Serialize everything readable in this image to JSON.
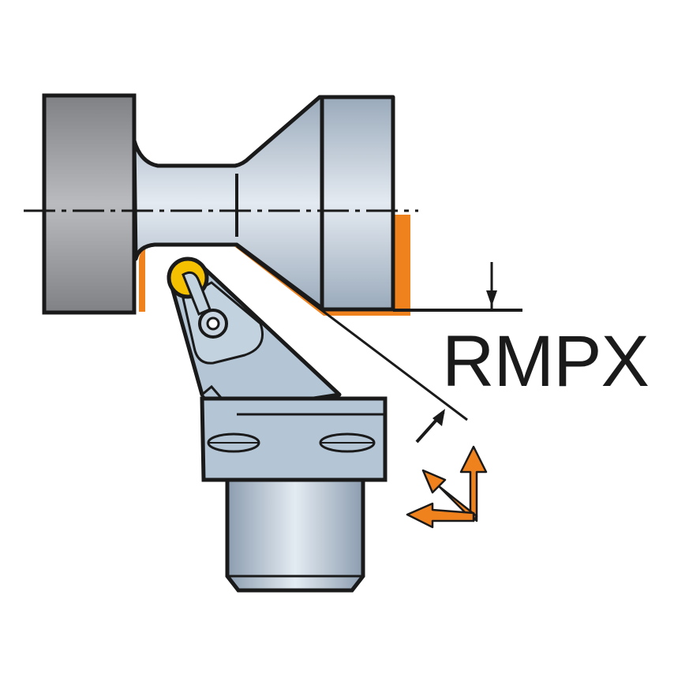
{
  "diagram": {
    "title": "RMPX",
    "description": "Turning tool holder with round insert profiling a stepped workpiece",
    "colors": {
      "outline": "#1a1a1a",
      "orange": "#f0821e",
      "insert_yellow": "#f5c000",
      "steel_dark": "#8a8c90",
      "steel_light": "#d4dde8",
      "holder_blue": "#b4c6d6"
    },
    "elements": [
      "workpiece",
      "chuck",
      "centerline",
      "tool-path",
      "round-insert",
      "tool-holder",
      "clamp-screw",
      "coupling-shank",
      "dimension-arrows",
      "feed-direction-arrows"
    ]
  }
}
